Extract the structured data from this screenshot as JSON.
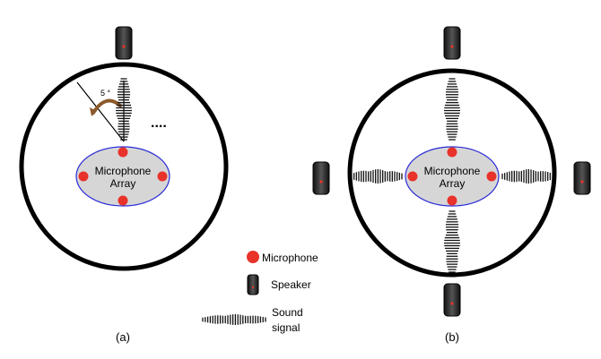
{
  "panels": {
    "a": {
      "caption": "(a)",
      "array_label_line1": "Microphone",
      "array_label_line2": "Array",
      "angle_label": "5 °",
      "ellipsis": "...."
    },
    "b": {
      "caption": "(b)",
      "array_label_line1": "Microphone",
      "array_label_line2": "Array"
    }
  },
  "legend": {
    "microphone": "Microphone",
    "speaker": "Speaker",
    "sound_line1": "Sound",
    "sound_line2": "signal"
  },
  "colors": {
    "mic": "#e8322a",
    "ellipse_fill": "#d6d6d6",
    "ellipse_stroke": "#2a2ad8",
    "speaker_body": "#222222",
    "angle_arc": "#8b5a2b"
  }
}
